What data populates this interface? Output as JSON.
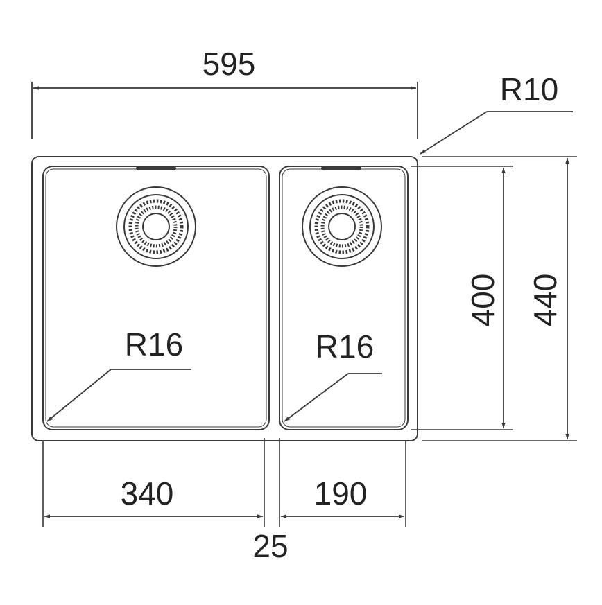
{
  "colors": {
    "line": "#3a3a3a",
    "text": "#222222",
    "background": "#ffffff"
  },
  "dimensions": {
    "overall_width": "595",
    "corner_radius_outer": "R10",
    "bowl_height": "400",
    "overall_depth": "440",
    "large_bowl_radius": "R16",
    "small_bowl_radius": "R16",
    "large_bowl_width": "340",
    "small_bowl_width": "190",
    "divider_width": "25"
  },
  "parts": {
    "large_bowl": {
      "drain": "strainer-waste-icon"
    },
    "small_bowl": {
      "drain": "strainer-waste-icon"
    }
  }
}
